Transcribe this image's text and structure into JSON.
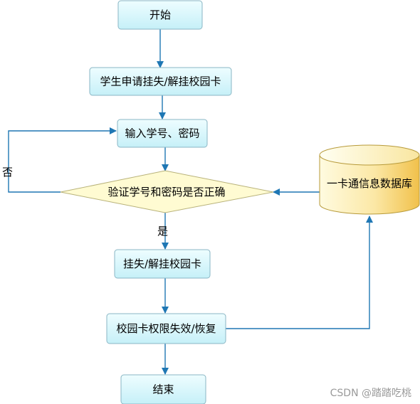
{
  "nodes": {
    "start": "开始",
    "apply": "学生申请挂失/解挂校园卡",
    "input": "输入学号、密码",
    "verify": "验证学号和密码是否正确",
    "database": "一卡通信息数据库",
    "process": "挂失/解挂校园卡",
    "effect": "校园卡权限失效/恢复",
    "end": "结束"
  },
  "edge_labels": {
    "no": "否",
    "yes": "是"
  },
  "watermark": "CSDN @踏踏吃桃",
  "colors": {
    "arrow": "#1f77b4",
    "box_fill_top": "#eefdff",
    "box_fill_bottom": "#c6f0f8",
    "box_stroke": "#8ab6c4",
    "diamond_fill": "#fffbd2",
    "diamond_stroke": "#b8b27a",
    "db_fill_top": "#fffbe0",
    "db_fill_bottom": "#f1c14b",
    "db_stroke": "#b79a3a"
  }
}
